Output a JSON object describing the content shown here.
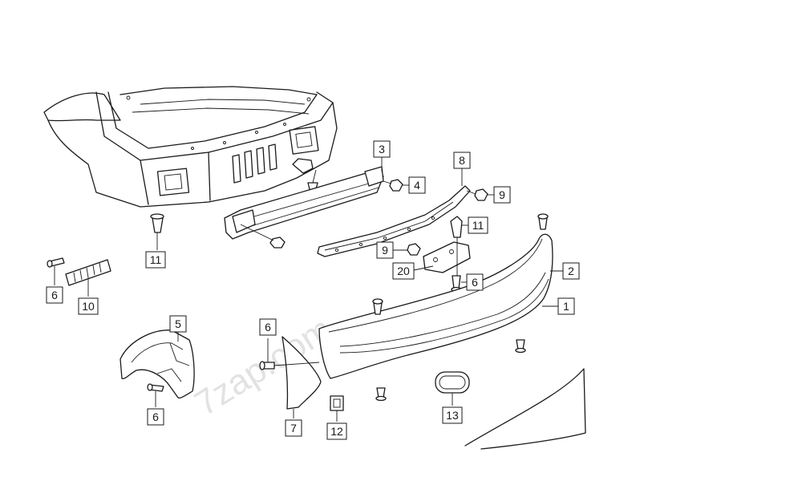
{
  "watermark": "7zap.com",
  "callouts": {
    "c1": "1",
    "c2": "2",
    "c3": "3",
    "c4": "4",
    "c5": "5",
    "c6a": "6",
    "c6b": "6",
    "c6c": "6",
    "c6d": "6",
    "c7": "7",
    "c8": "8",
    "c9a": "9",
    "c9b": "9",
    "c10": "10",
    "c11a": "11",
    "c11b": "11",
    "c12": "12",
    "c13": "13",
    "c20": "20"
  }
}
